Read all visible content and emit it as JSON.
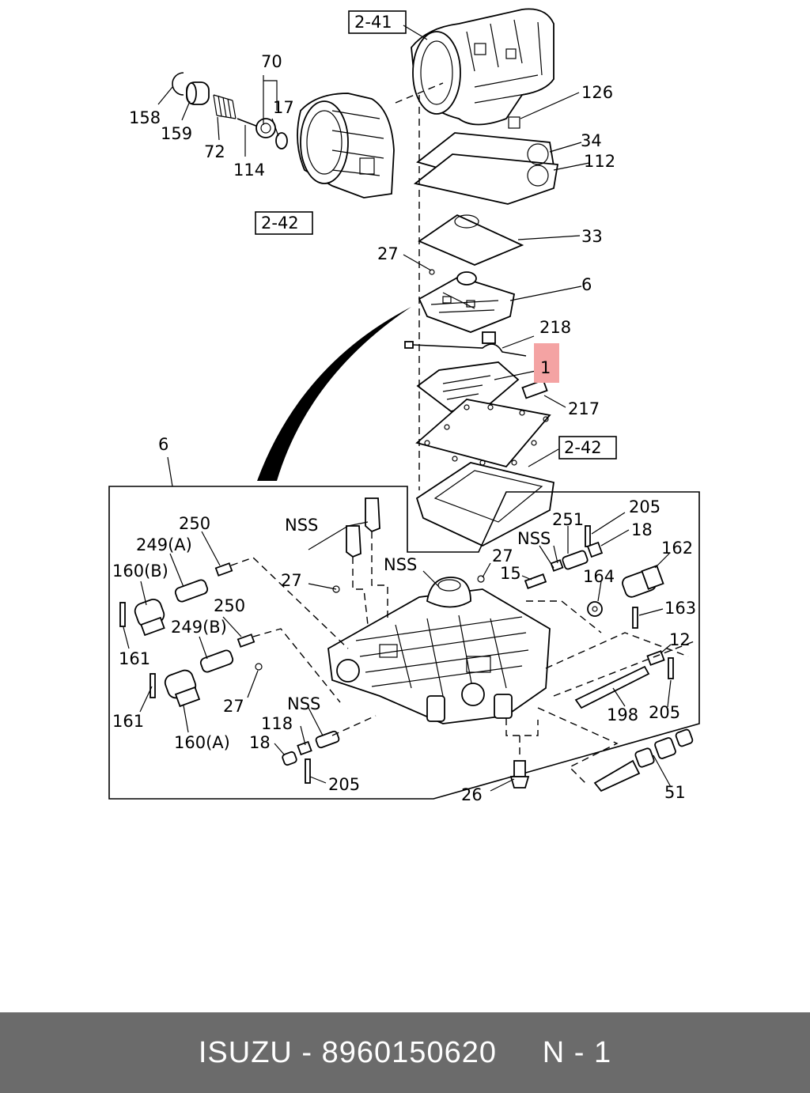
{
  "callouts": {
    "ref_2_41": "2-41",
    "ref_2_42_top": "2-42",
    "ref_2_42_mid": "2-42",
    "c70": "70",
    "c17": "17",
    "c158": "158",
    "c159": "159",
    "c72": "72",
    "c114": "114",
    "c126": "126",
    "c34": "34",
    "c112": "112",
    "c33": "33",
    "c27_top": "27",
    "c6_top": "6",
    "c218": "218",
    "c1": "1",
    "c217": "217",
    "c6_box": "6",
    "c250_a": "250",
    "c249a": "249(A)",
    "c160b": "160(B)",
    "c161_a": "161",
    "c250_b": "250",
    "c249b": "249(B)",
    "c161_b": "161",
    "c160a": "160(A)",
    "c27_l": "27",
    "c27_b": "27",
    "c27_m": "27",
    "nss_1": "NSS",
    "nss_2": "NSS",
    "nss_3": "NSS",
    "nss_4": "NSS",
    "c15": "15",
    "c251": "251",
    "c205_a": "205",
    "c18_a": "18",
    "c162": "162",
    "c164": "164",
    "c163": "163",
    "c12": "12",
    "c205_b": "205",
    "c198": "198",
    "c118": "118",
    "c18_b": "18",
    "c205_c": "205",
    "c26": "26",
    "c51": "51"
  },
  "highlight_color": "#f4a3a3",
  "footer": {
    "brand": "ISUZU",
    "sep": "-",
    "part_number": "8960150620",
    "page": "N - 1"
  },
  "footer_bg": "#6b6b6b"
}
